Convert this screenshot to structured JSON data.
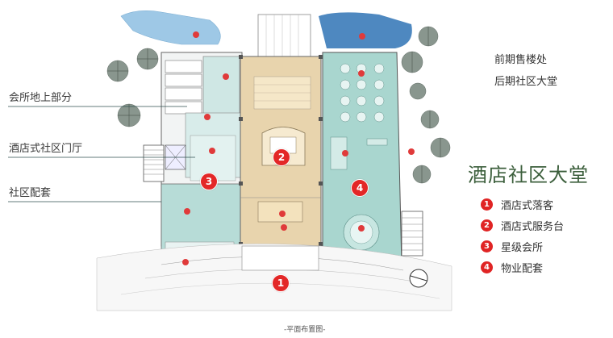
{
  "left_labels": {
    "above_ground": "会所地上部分",
    "hotel_entrance": "酒店式社区门厅",
    "community_facilities": "社区配套"
  },
  "right_top": {
    "line1": "前期售楼处",
    "line2": "后期社区大堂"
  },
  "legend": {
    "title": "酒店社区大堂",
    "items": [
      {
        "num": "1",
        "label": "酒店式落客"
      },
      {
        "num": "2",
        "label": "酒店式服务台"
      },
      {
        "num": "3",
        "label": "星级会所"
      },
      {
        "num": "4",
        "label": "物业配套"
      }
    ]
  },
  "plan_markers": [
    "1",
    "2",
    "3",
    "4"
  ],
  "caption": "-平面布置图-",
  "colors": {
    "marker_red": "#e32727",
    "lobby_tan": "#e8d4ad",
    "teal_zone": "#a9d6cf",
    "title_green": "#3c5f3c"
  }
}
